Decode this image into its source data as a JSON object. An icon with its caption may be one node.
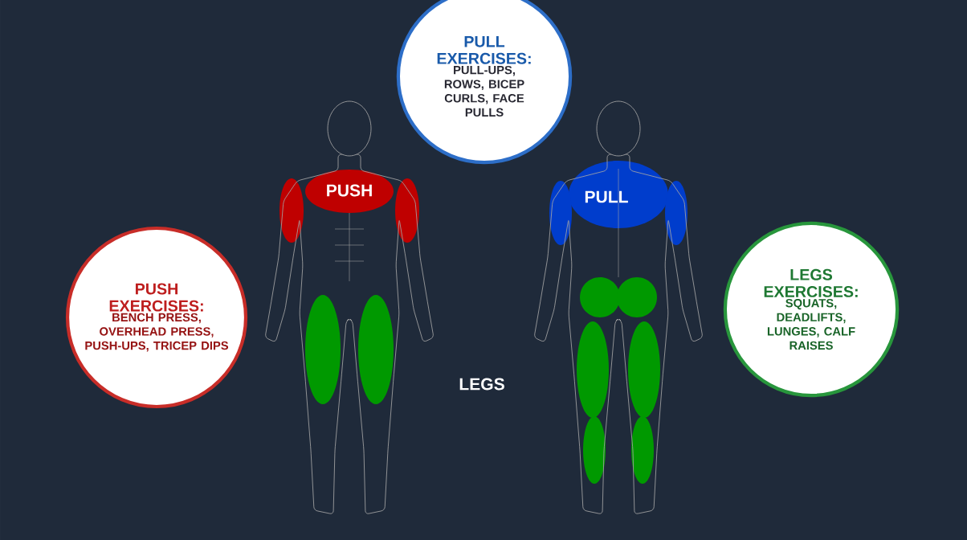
{
  "diagram": {
    "nodes": [
      {
        "text": [
          "PULL EXERCISES:",
          "PULL-UPS, ROWS, BICEP CURLS, FACE PULLS"
        ]
      },
      {
        "text": [
          "PUSH EXERCISES:",
          "BENCH PRESS, OVERHEAD PRESS, PUSH-UPS, TRICEP DIPS"
        ]
      },
      {
        "text": [
          "LEGS EXERCISES:",
          "SQUATS, DEADLIFTS, LUNGES, CALF RAISES"
        ]
      }
    ],
    "labels": [
      "PUSH",
      "PULL",
      "LEGS"
    ]
  }
}
